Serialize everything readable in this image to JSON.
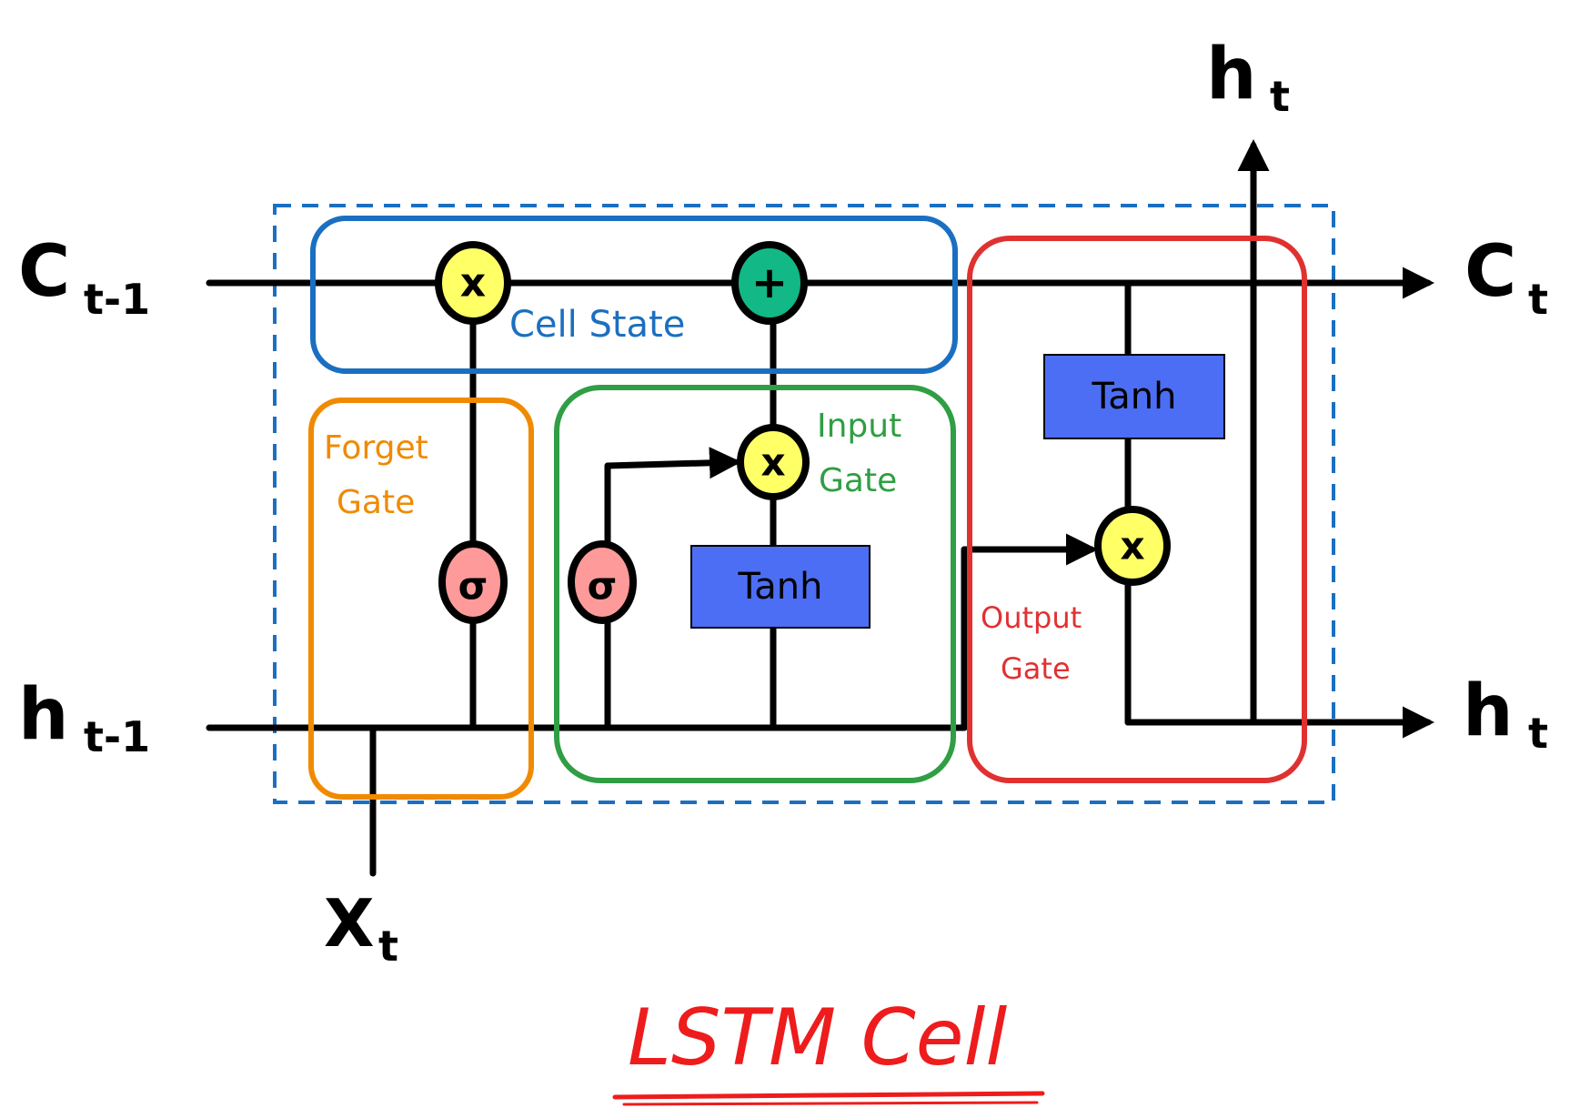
{
  "diagram": {
    "title": "LSTM Cell",
    "colors": {
      "title": "#ee1c1c",
      "cell_state": "#1b6fc1",
      "forget_gate": "#f08a00",
      "input_gate": "#2f9e44",
      "output_gate": "#e03131",
      "boundary": "#1b6fc1",
      "multiply_node": "#ffff66",
      "add_node": "#12b886",
      "sigmoid_node": "#ff9a9a",
      "tanh_box": "#4c6ef5"
    },
    "inputs": {
      "c_prev": {
        "main": "C",
        "sub": "t-1"
      },
      "h_prev": {
        "main": "h",
        "sub": "t-1"
      },
      "x": {
        "main": "X",
        "sub": "t"
      }
    },
    "outputs": {
      "c_next": {
        "main": "C",
        "sub": "t"
      },
      "h_next": {
        "main": "h",
        "sub": "t"
      },
      "h_up": {
        "main": "h",
        "sub": "t"
      }
    },
    "regions": {
      "cell_state": "Cell State",
      "forget_gate": [
        "Forget",
        "Gate"
      ],
      "input_gate": [
        "Input",
        "Gate"
      ],
      "output_gate": [
        "Output",
        "Gate"
      ]
    },
    "ops": {
      "forget_multiply": "x",
      "cell_add": "+",
      "input_multiply": "x",
      "output_multiply": "x",
      "forget_sigmoid": "σ",
      "input_sigmoid": "σ",
      "input_tanh": "Tanh",
      "output_tanh": "Tanh"
    }
  }
}
